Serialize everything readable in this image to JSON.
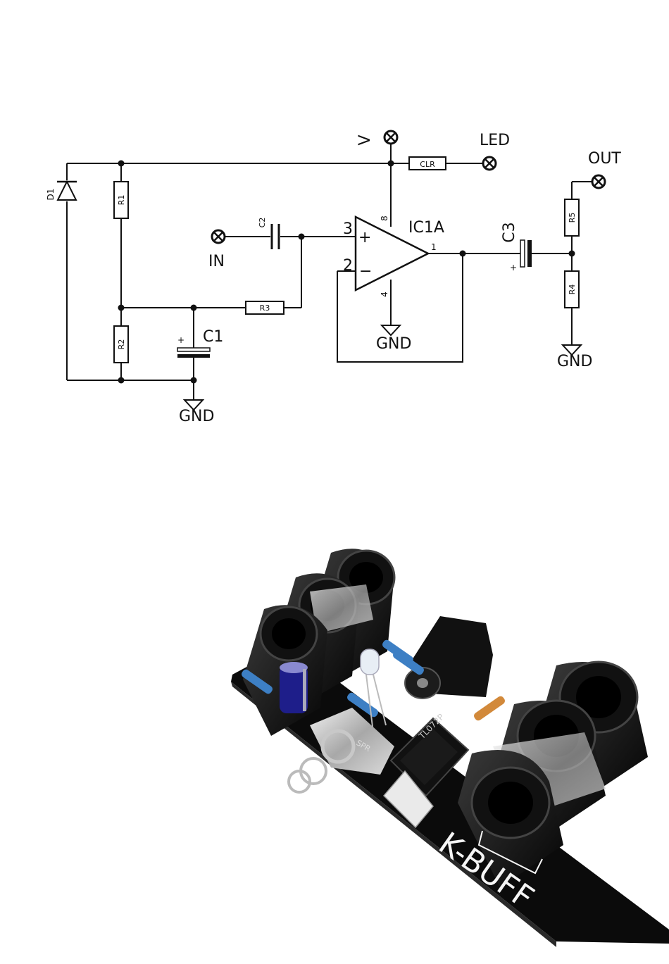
{
  "schematic": {
    "labels": {
      "d1": "D1",
      "r1": "R1",
      "r2": "R2",
      "r3": "R3",
      "r4": "R4",
      "r5": "R5",
      "c1": "C1",
      "c2": "C2",
      "c3": "C3",
      "clr": "CLR",
      "ic": "IC1A",
      "v": "V",
      "led": "LED",
      "in": "IN",
      "out": "OUT",
      "gnd1": "GND",
      "gnd2": "GND",
      "gnd3": "GND",
      "pin1": "1",
      "pin2": "2",
      "pin3": "3",
      "pin4": "4",
      "pin8": "8",
      "plus_c1": "+",
      "plus_c3": "+",
      "op_plus": "+",
      "op_minus": "−"
    }
  },
  "photo": {
    "board_text": "K-BUFF",
    "chip_text": "TL072P",
    "spring_text": "SPR"
  }
}
